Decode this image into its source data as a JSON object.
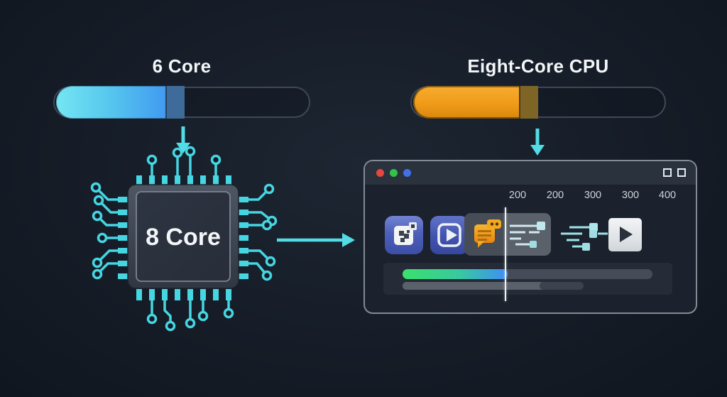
{
  "left": {
    "title": "6 Core",
    "bar": {
      "fill_percent": 50,
      "fill_colors": [
        "#74e6f2",
        "#3b8cf2"
      ],
      "cap_color": "#3e6b99"
    },
    "chip": {
      "label": "8 Core",
      "pin_color": "#45d6e2"
    }
  },
  "right": {
    "title": "Eight-Core CPU",
    "bar": {
      "fill_percent": 49,
      "fill_colors": [
        "#f6ac2f",
        "#d8860e"
      ],
      "cap_color": "#7e6526"
    }
  },
  "window": {
    "traffic_lights": {
      "red": "#e8473e",
      "green": "#33c24a",
      "blue": "#4170e8"
    },
    "ruler_labels": [
      "200",
      "200",
      "300",
      "300",
      "400"
    ],
    "icons": [
      "photo-app-icon",
      "video-player-icon",
      "chat-icon",
      "node-graph-icon",
      "data-flow-icon",
      "play-clip-icon"
    ],
    "timeline": {
      "top_fill_percent": 42,
      "bottom_bar_percent": 55
    }
  },
  "accent_color": "#52dce6"
}
